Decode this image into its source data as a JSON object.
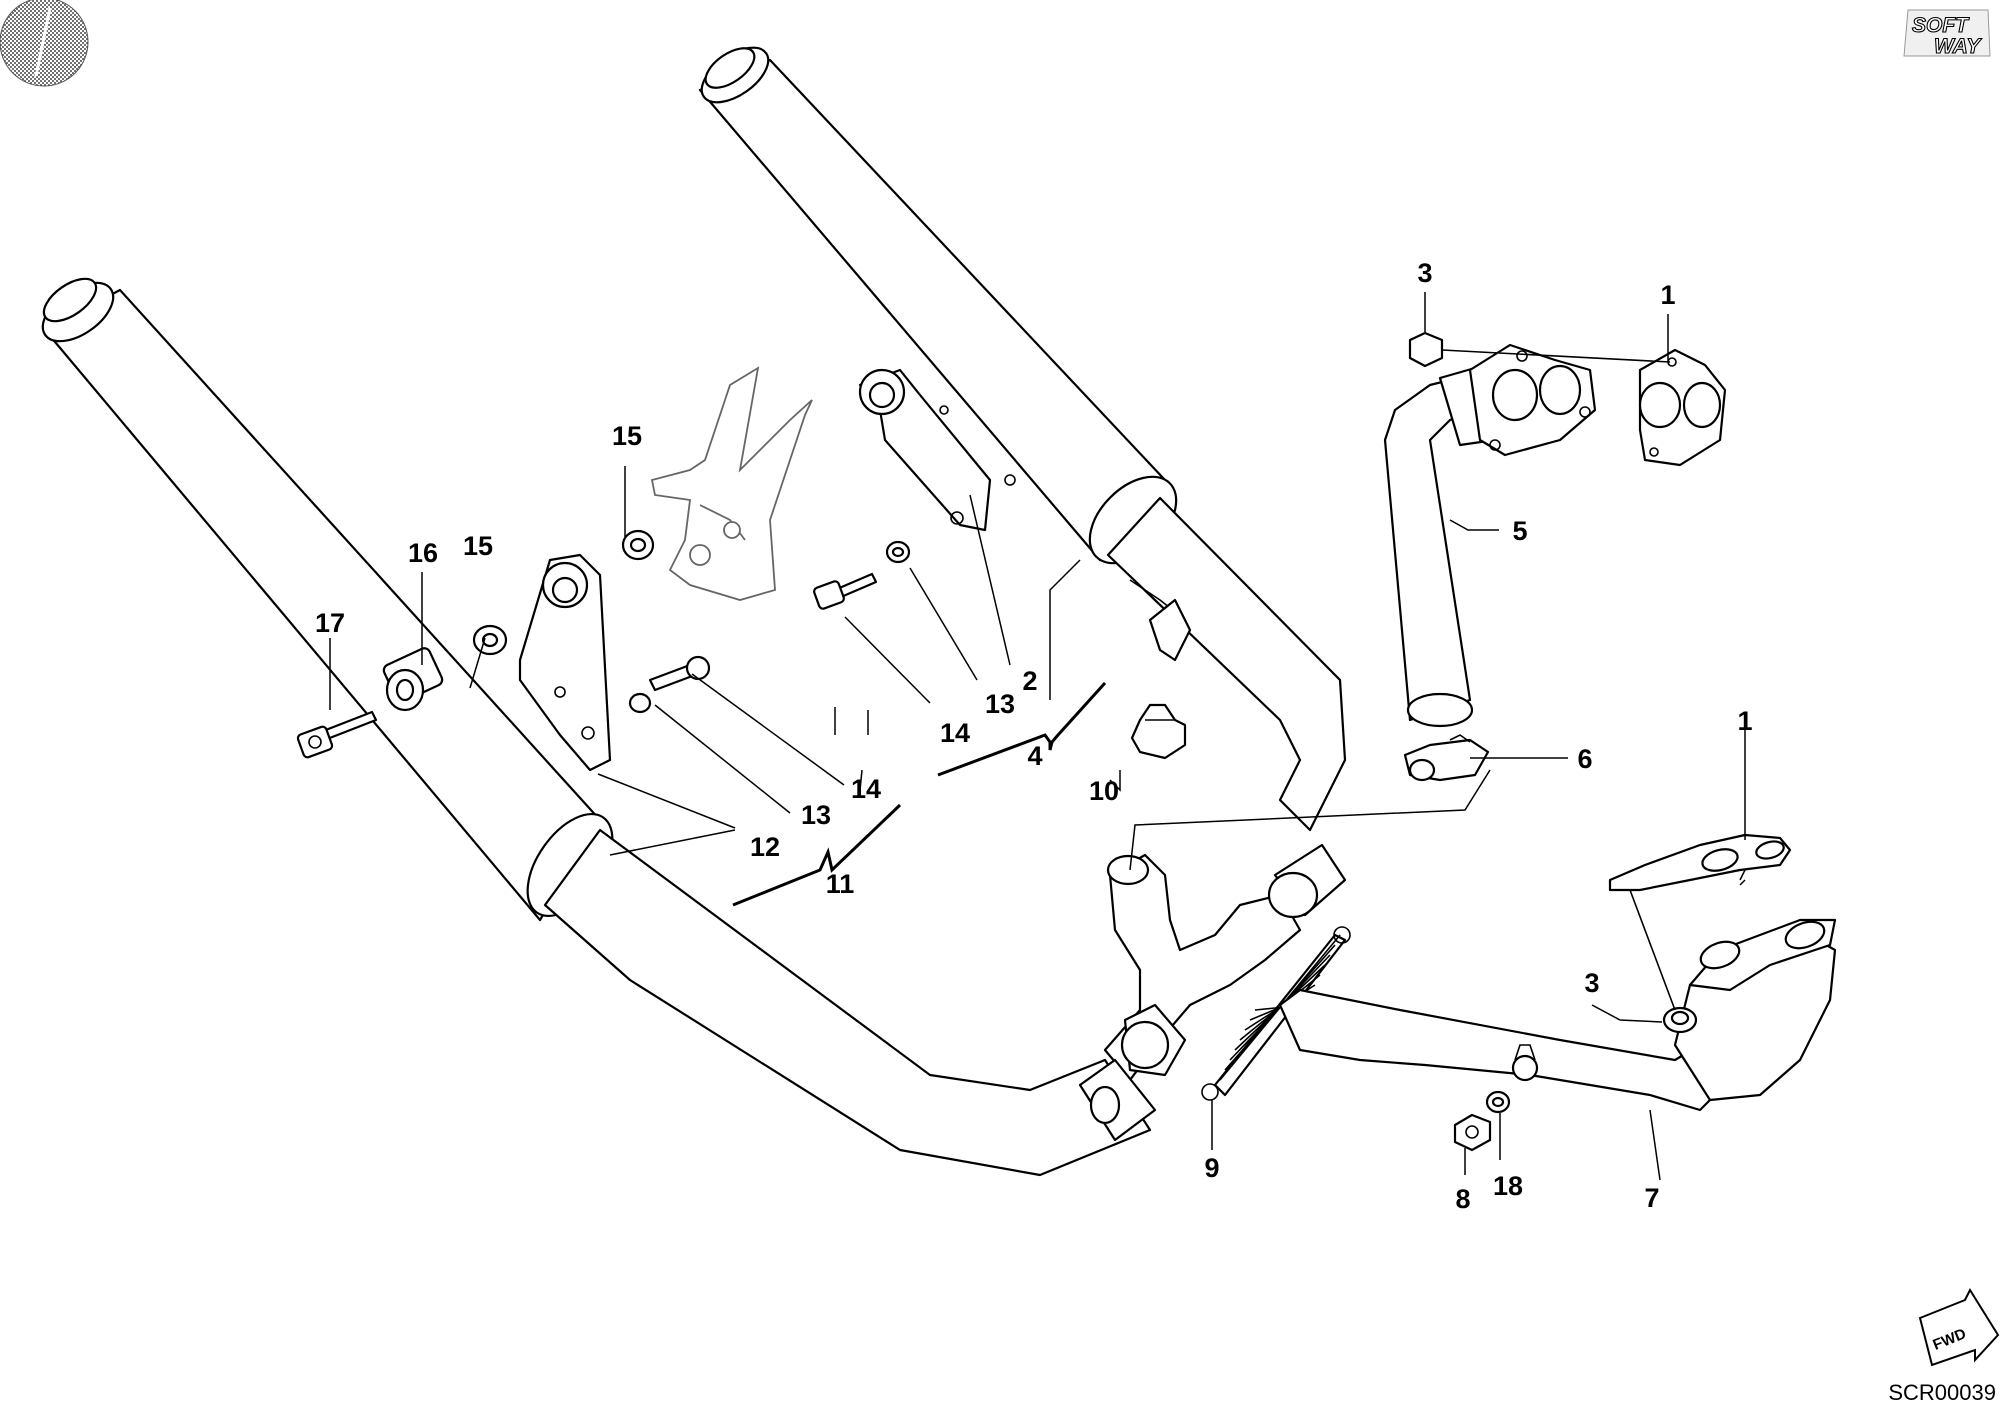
{
  "brand": {
    "logo_text": [
      "SOFT",
      "WAY"
    ]
  },
  "diagram_code": "SCR00039",
  "direction_badge": "FWD",
  "callouts": [
    {
      "id": "c1a",
      "text": "1"
    },
    {
      "id": "c1b",
      "text": "1"
    },
    {
      "id": "c2",
      "text": "2"
    },
    {
      "id": "c3a",
      "text": "3"
    },
    {
      "id": "c3b",
      "text": "3"
    },
    {
      "id": "c4",
      "text": "4"
    },
    {
      "id": "c5",
      "text": "5"
    },
    {
      "id": "c6",
      "text": "6"
    },
    {
      "id": "c7",
      "text": "7"
    },
    {
      "id": "c8",
      "text": "8"
    },
    {
      "id": "c9",
      "text": "9"
    },
    {
      "id": "c10",
      "text": "10"
    },
    {
      "id": "c11",
      "text": "11"
    },
    {
      "id": "c12",
      "text": "12"
    },
    {
      "id": "c13a",
      "text": "13"
    },
    {
      "id": "c13b",
      "text": "13"
    },
    {
      "id": "c14a",
      "text": "14"
    },
    {
      "id": "c14b",
      "text": "14"
    },
    {
      "id": "c15a",
      "text": "15"
    },
    {
      "id": "c15b",
      "text": "15"
    },
    {
      "id": "c16",
      "text": "16"
    },
    {
      "id": "c17",
      "text": "17"
    },
    {
      "id": "c18",
      "text": "18"
    }
  ]
}
